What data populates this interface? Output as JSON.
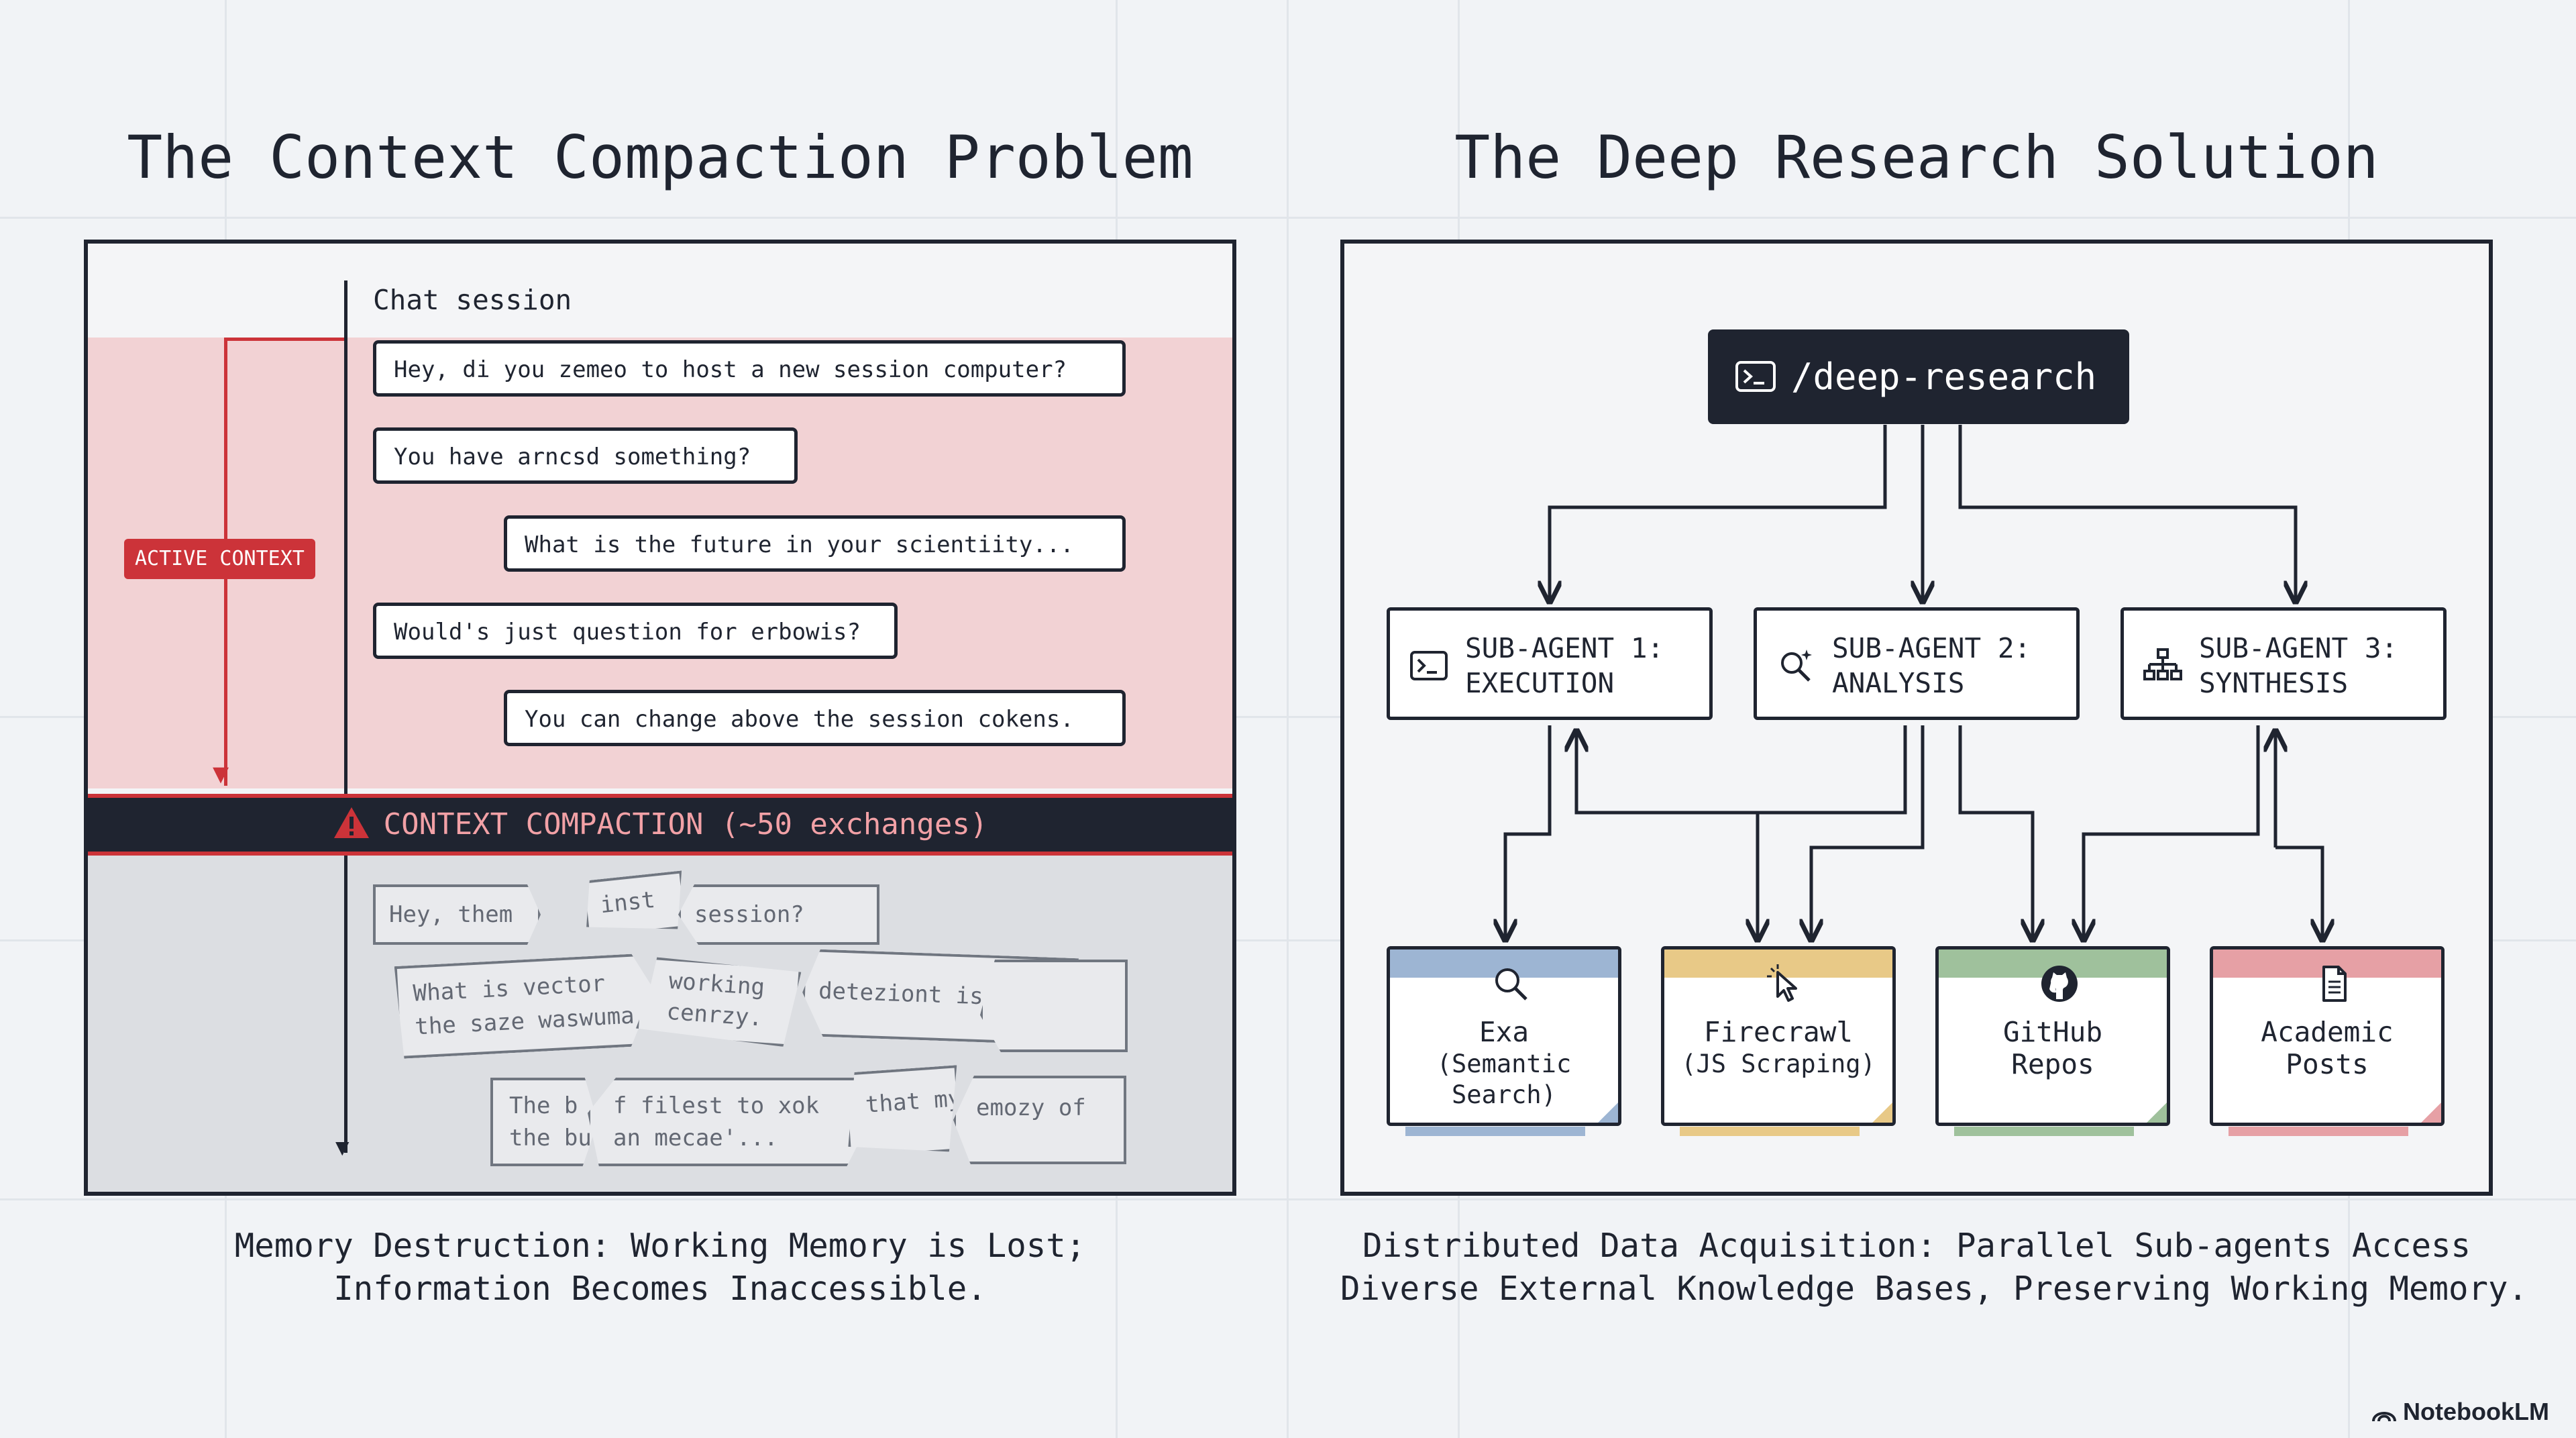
{
  "left": {
    "title": "The Context Compaction Problem",
    "session_label": "Chat session",
    "active_badge": "ACTIVE CONTEXT",
    "messages": [
      "Hey, di you zemeo to host a new session computer?",
      "You have arncsd something?",
      "What is the future in your scientiity...",
      "Would's just question for erbowis?",
      "You can change above the session cokens."
    ],
    "compaction_label": "CONTEXT COMPACTION (~50 exchanges)",
    "fragments": [
      "Hey, them",
      "inst",
      "session?",
      "What is vector",
      "the saze waswuma",
      "working",
      "cenrzy.",
      "deteziont is lost,",
      "The b",
      "the bu",
      "f filest to xok",
      "an mecae'...",
      "that my",
      "emozy of"
    ],
    "caption_line1": "Memory Destruction: Working Memory is Lost;",
    "caption_line2": "Information Becomes Inaccessible."
  },
  "right": {
    "title": "The Deep Research Solution",
    "command": "/deep-research",
    "agents": [
      {
        "line1": "SUB-AGENT 1:",
        "line2": "EXECUTION",
        "icon": "terminal-icon"
      },
      {
        "line1": "SUB-AGENT 2:",
        "line2": "ANALYSIS",
        "icon": "search-sparkle-icon"
      },
      {
        "line1": "SUB-AGENT 3:",
        "line2": "SYNTHESIS",
        "icon": "hierarchy-icon"
      }
    ],
    "sources": [
      {
        "label": "Exa",
        "sub": "(Semantic Search)",
        "icon": "search-icon",
        "color": "#9db5d3"
      },
      {
        "label": "Firecrawl",
        "sub": "(JS Scraping)",
        "icon": "cursor-click-icon",
        "color": "#e8c987"
      },
      {
        "label": "GitHub",
        "sub": "Repos",
        "icon": "github-icon",
        "color": "#9fc19c"
      },
      {
        "label": "Academic",
        "sub": "Posts",
        "icon": "document-icon",
        "color": "#e6a0a5"
      }
    ],
    "caption_line1": "Distributed Data Acquisition: Parallel Sub-agents Access",
    "caption_line2": "Diverse External Knowledge Bases, Preserving Working Memory."
  },
  "brand": "NotebookLM",
  "colors": {
    "background": "#f1f3f6",
    "ink": "#1f2430",
    "alert_red": "#cc3339",
    "active_zone": "#f2d2d4",
    "compacted_zone": "#dcdee2"
  }
}
